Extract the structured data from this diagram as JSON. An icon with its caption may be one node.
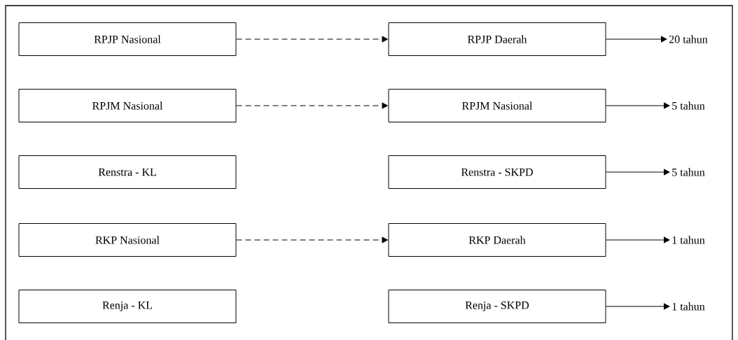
{
  "diagram": {
    "nodes": [
      {
        "text": [
          "RPJP Nasional"
        ]
      },
      {
        "text": [
          "RPJP Daerah"
        ]
      },
      {
        "text": [
          "20 tahun"
        ]
      },
      {
        "text": [
          "RPJM Nasional"
        ]
      },
      {
        "text": [
          "RPJM Nasional"
        ]
      },
      {
        "text": [
          "5 tahun"
        ]
      },
      {
        "text": [
          "Renstra - KL"
        ]
      },
      {
        "text": [
          "Renstra - SKPD"
        ]
      },
      {
        "text": [
          "5 tahun"
        ]
      },
      {
        "text": [
          "RKP Nasional"
        ]
      },
      {
        "text": [
          "RKP Daerah"
        ]
      },
      {
        "text": [
          "1 tahun"
        ]
      },
      {
        "text": [
          "Renja - KL"
        ]
      },
      {
        "text": [
          "Renja - SKPD"
        ]
      },
      {
        "text": [
          "1 tahun"
        ]
      }
    ],
    "edges": [
      {
        "from": 0,
        "to": 1,
        "arrow": "to",
        "style": "dashed"
      },
      {
        "from": 1,
        "to": 2,
        "arrow": "to"
      },
      {
        "from": 3,
        "to": 4,
        "arrow": "to",
        "style": "dashed"
      },
      {
        "from": 4,
        "to": 5,
        "arrow": "to"
      },
      {
        "from": 7,
        "to": 8,
        "arrow": "to"
      },
      {
        "from": 9,
        "to": 10,
        "arrow": "to",
        "style": "dashed"
      },
      {
        "from": 10,
        "to": 11,
        "arrow": "to"
      },
      {
        "from": 13,
        "to": 14,
        "arrow": "to"
      }
    ]
  }
}
